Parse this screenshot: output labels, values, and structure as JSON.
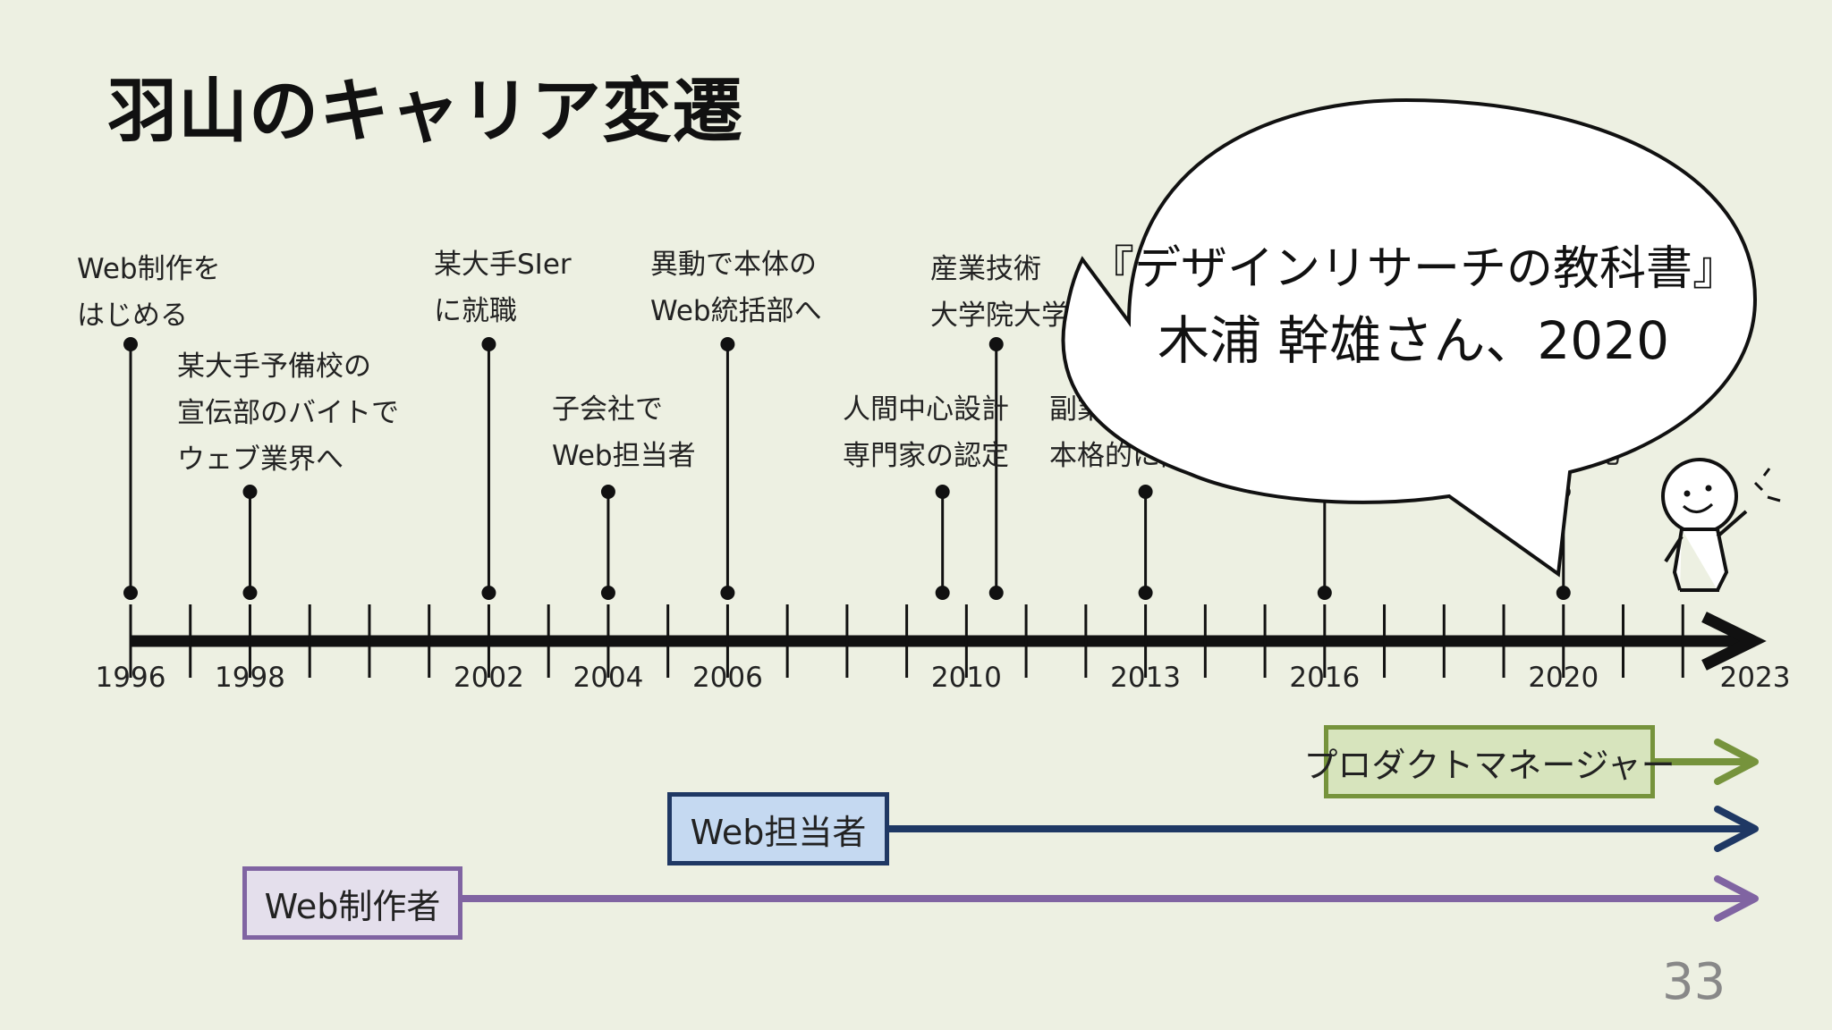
{
  "slide": {
    "title": "羽山のキャリア変遷",
    "page_number": "33"
  },
  "timeline": {
    "years": [
      {
        "label": "1996",
        "year": 1996
      },
      {
        "label": "1998",
        "year": 1998
      },
      {
        "label": "2002",
        "year": 2002
      },
      {
        "label": "2004",
        "year": 2004
      },
      {
        "label": "2006",
        "year": 2006
      },
      {
        "label": "2010",
        "year": 2010
      },
      {
        "label": "2013",
        "year": 2013
      },
      {
        "label": "2016",
        "year": 2016
      },
      {
        "label": "2020",
        "year": 2020
      },
      {
        "label": "2023",
        "year": 2023
      }
    ],
    "events": [
      {
        "lines": [
          "Web制作を",
          "はじめる"
        ],
        "year": 1996
      },
      {
        "lines": [
          "某大手予備校の",
          "宣伝部のバイトで",
          "ウェブ業界へ"
        ],
        "year": 1998
      },
      {
        "lines": [
          "某大手SIer",
          "に就職"
        ],
        "year": 2002
      },
      {
        "lines": [
          "子会社で",
          "Web担当者"
        ],
        "year": 2004
      },
      {
        "lines": [
          "異動で本体の",
          "Web統括部へ"
        ],
        "year": 2006
      },
      {
        "lines": [
          "人間中心設計",
          "専門家の認定"
        ],
        "year": 2009.6
      },
      {
        "lines": [
          "産業技術",
          "大学院大学"
        ],
        "year": 2010.5
      },
      {
        "lines": [
          "副業で",
          "本格的に開始"
        ],
        "year": 2013
      },
      {
        "lines": [
          ""
        ],
        "year": 2016
      },
      {
        "lines": [
          "化"
        ],
        "year": 2020
      }
    ]
  },
  "roles": [
    {
      "label": "プロダクトマネージャー",
      "start_year": 2016,
      "color": "#76933c",
      "fill": "#d7e4bd"
    },
    {
      "label": "Web担当者",
      "start_year": 2005,
      "color": "#1f3864",
      "fill": "#c5d9f1"
    },
    {
      "label": "Web制作者",
      "start_year": 1998,
      "color": "#8064a2",
      "fill": "#e4dfec"
    }
  ],
  "callout": {
    "line1": "『デザインリサーチの教科書』",
    "line2": "木浦 幹雄さん、2020"
  },
  "colors": {
    "background": "#edf0e2",
    "axis": "#111111"
  }
}
